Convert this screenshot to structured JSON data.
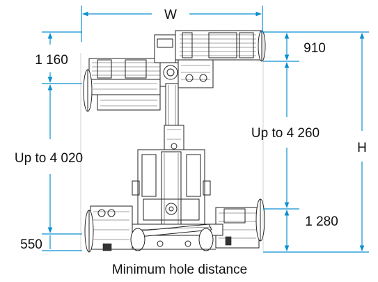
{
  "colors": {
    "dimension_line": "#0a8fd0",
    "machine_line": "#222222",
    "text": "#111111",
    "background": "#ffffff"
  },
  "labels": {
    "width": "W",
    "height": "H",
    "top_left": "1 160",
    "middle_left": "Up to 4 020",
    "bottom_left": "550",
    "top_right": "910",
    "middle_right": "Up to 4 260",
    "bottom_right": "1 280",
    "caption": "Minimum hole distance"
  }
}
